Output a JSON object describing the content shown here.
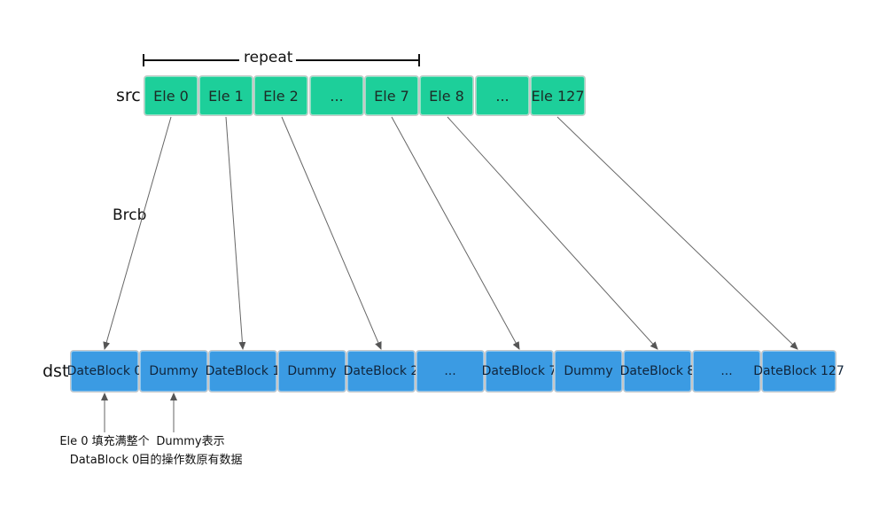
{
  "labels": {
    "src": "src",
    "dst": "dst",
    "repeat": "repeat",
    "op": "Brcb"
  },
  "src_cells": [
    "Ele 0",
    "Ele 1",
    "Ele 2",
    "...",
    "Ele 7",
    "Ele 8",
    "...",
    "Ele 127"
  ],
  "dst_cells": [
    "DateBlock 0",
    "Dummy",
    "DateBlock 1",
    "Dummy",
    "DateBlock 2",
    "...",
    "DateBlock 7",
    "Dummy",
    "DateBlock 8",
    "...",
    "DateBlock 127"
  ],
  "notes": {
    "fill": [
      "Ele 0 填充满整个",
      "DataBlock 0"
    ],
    "dummy": [
      "Dummy表示",
      "目的操作数原有数据"
    ]
  },
  "colors": {
    "src_fill": "#1dcf9a",
    "dst_fill": "#3b9be3"
  }
}
